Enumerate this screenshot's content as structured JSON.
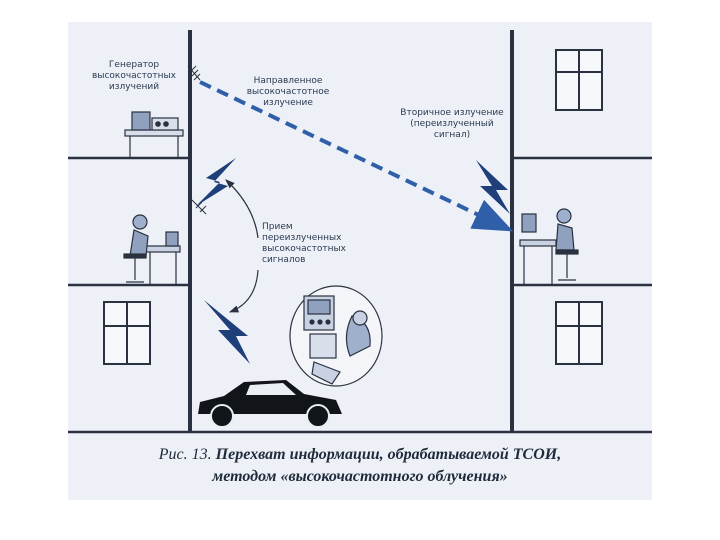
{
  "labels": {
    "generator": "Генератор\nвысокочастотных\nизлучений",
    "directed": "Направленное\nвысокочастотное\nизлучение",
    "secondary": "Вторичное излучение\n(переизлученный\nсигнал)",
    "reception": "Прием\nпереизлученных\nвысокочастотных\nсигналов"
  },
  "caption": {
    "number": "Рис. 13.",
    "line1": "Перехват информации, обрабатываемой ТСОИ,",
    "line2": "методом «высокочастотного облучения»"
  },
  "colors": {
    "background": "#edf0f6",
    "walls": "#2a3140",
    "beam": "#2f5fa8",
    "lightning": "#1f3f7a",
    "car": "#111418"
  }
}
